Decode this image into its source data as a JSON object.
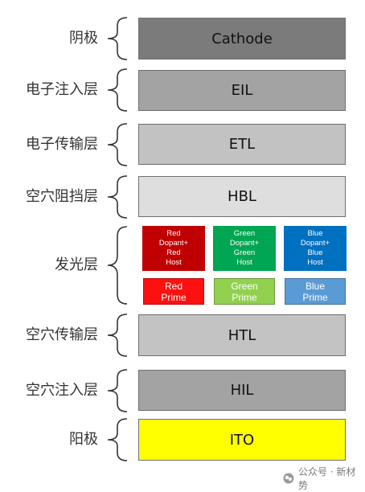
{
  "layers": {
    "cathode": {
      "label": "阴极",
      "text": "Cathode",
      "color": "#7b7b7b"
    },
    "eil": {
      "label": "电子注入层",
      "text": "EIL",
      "color": "#a3a3a3"
    },
    "etl": {
      "label": "电子传输层",
      "text": "ETL",
      "color": "#c2c2c2"
    },
    "hbl": {
      "label": "空穴阻挡层",
      "text": "HBL",
      "color": "#dedede"
    },
    "eml": {
      "label": "发光层"
    },
    "htl": {
      "label": "空穴传输层",
      "text": "HTL",
      "color": "#c3c3c3"
    },
    "hil": {
      "label": "空穴注入层",
      "text": "HIL",
      "color": "#a3a3a3"
    },
    "ito": {
      "label": "阳极",
      "text": "ITO",
      "color": "#ffff00"
    }
  },
  "emitters": {
    "red_host": {
      "text": "Red\nDopant+\nRed\nHost",
      "color": "#c00000"
    },
    "green_host": {
      "text": "Green\nDopant+\nGreen\nHost",
      "color": "#00a651"
    },
    "blue_host": {
      "text": "Blue\nDopant+\nBlue\nHost",
      "color": "#0070c0"
    },
    "red_prime": {
      "text": "Red\nPrime",
      "color": "#ff1010"
    },
    "green_prime": {
      "text": "Green\nPrime",
      "color": "#92d050"
    },
    "blue_prime": {
      "text": "Blue\nPrime",
      "color": "#5b9bd5"
    }
  },
  "watermark": {
    "text": "公众号 · 新材势"
  }
}
